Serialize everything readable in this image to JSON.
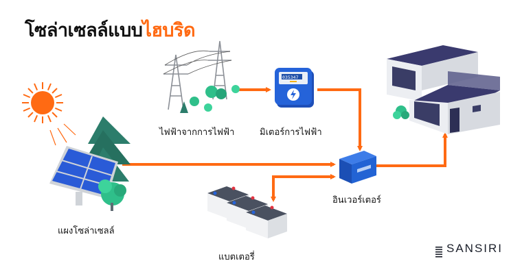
{
  "title": {
    "main": "โซล่าเซลล์แบบ",
    "accent": "ไฮบริด"
  },
  "colors": {
    "accent": "#ff6a13",
    "arrow": "#ff6a13",
    "panel_blue": "#2a5bd7",
    "device_blue": "#1e63d6",
    "tree_green": "#2fbf8a",
    "roof": "#3a3a6e"
  },
  "nodes": {
    "grid": {
      "label": "ไฟฟ้าจากการไฟฟ้า",
      "icon": "power-tower-icon"
    },
    "meter": {
      "label": "มิเตอร์การไฟฟ้า",
      "icon": "electric-meter-icon",
      "reading": "035347"
    },
    "solar": {
      "label": "แผงโซล่าเซลล์",
      "icon": "solar-panel-icon"
    },
    "inverter": {
      "label": "อินเวอร์เตอร์",
      "icon": "inverter-icon"
    },
    "battery": {
      "label": "แบตเตอรี่",
      "icon": "battery-icon"
    },
    "house": {
      "label": "",
      "icon": "house-icon"
    },
    "sun": {
      "icon": "sun-icon"
    }
  },
  "flows": [
    {
      "from": "grid",
      "to": "meter"
    },
    {
      "from": "meter",
      "to": "inverter"
    },
    {
      "from": "solar",
      "to": "inverter"
    },
    {
      "from": "battery",
      "to": "inverter"
    },
    {
      "from": "inverter",
      "to": "battery"
    },
    {
      "from": "inverter",
      "to": "house"
    }
  ],
  "brand": {
    "name": "SANSIRI",
    "icon": "sansiri-logo-icon"
  }
}
